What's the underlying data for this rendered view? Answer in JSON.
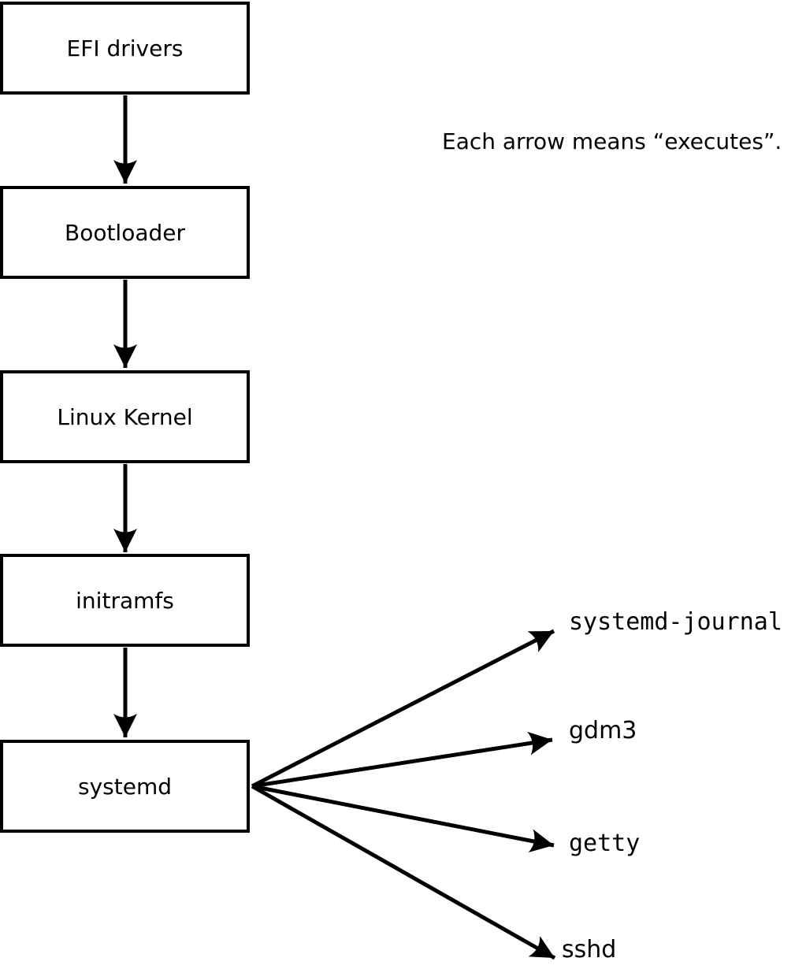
{
  "annotation": "Each arrow means “executes”.",
  "chain": [
    {
      "label": "EFI drivers"
    },
    {
      "label": "Bootloader"
    },
    {
      "label": "Linux Kernel"
    },
    {
      "label": "initramfs"
    },
    {
      "label": "systemd"
    }
  ],
  "targets": [
    {
      "label": "systemd-journal"
    },
    {
      "label": "gdm3"
    },
    {
      "label": "getty"
    },
    {
      "label": "sshd"
    }
  ],
  "colors": {
    "line": "#000000",
    "box_fill": "#ffffff",
    "background": "#ffffff",
    "text": "#000000"
  }
}
